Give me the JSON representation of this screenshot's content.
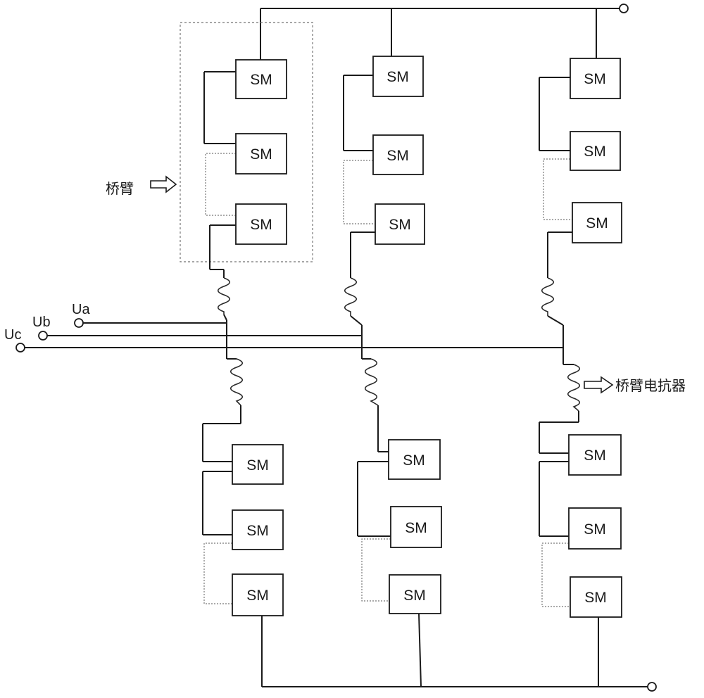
{
  "diagram": {
    "module_label": "SM",
    "arm_label": "桥臂",
    "reactor_label": "桥臂电抗器",
    "phase_labels": {
      "a": "Ua",
      "b": "Ub",
      "c": "Uc"
    }
  }
}
